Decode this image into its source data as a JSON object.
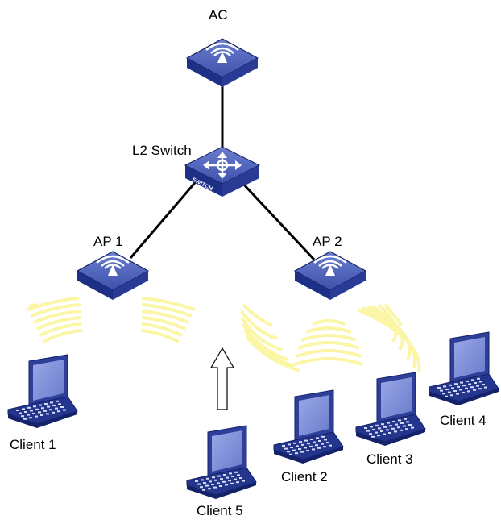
{
  "diagram": {
    "nodes": {
      "ac": {
        "label": "AC",
        "icon": "wireless-controller-icon"
      },
      "switch": {
        "label": "L2 Switch",
        "icon": "switch-icon",
        "badge": "SWITCH"
      },
      "ap1": {
        "label": "AP 1",
        "icon": "access-point-icon"
      },
      "ap2": {
        "label": "AP 2",
        "icon": "access-point-icon"
      },
      "client1": {
        "label": "Client 1",
        "icon": "laptop-icon"
      },
      "client2": {
        "label": "Client 2",
        "icon": "laptop-icon"
      },
      "client3": {
        "label": "Client 3",
        "icon": "laptop-icon"
      },
      "client4": {
        "label": "Client 4",
        "icon": "laptop-icon"
      },
      "client5": {
        "label": "Client 5",
        "icon": "laptop-icon"
      }
    },
    "links": [
      {
        "from": "ac",
        "to": "switch"
      },
      {
        "from": "switch",
        "to": "ap1"
      },
      {
        "from": "switch",
        "to": "ap2"
      }
    ],
    "roaming_arrow": {
      "icon": "arrow-up-icon"
    },
    "colors": {
      "device_top": "#4a5fb8",
      "device_side": "#1e2f86",
      "device_edge": "#0f1c5e",
      "signal": "#fbf5a6",
      "laptop": "#2e3f9a",
      "laptop_screen": "#7e8ed6",
      "link": "#000000"
    }
  }
}
